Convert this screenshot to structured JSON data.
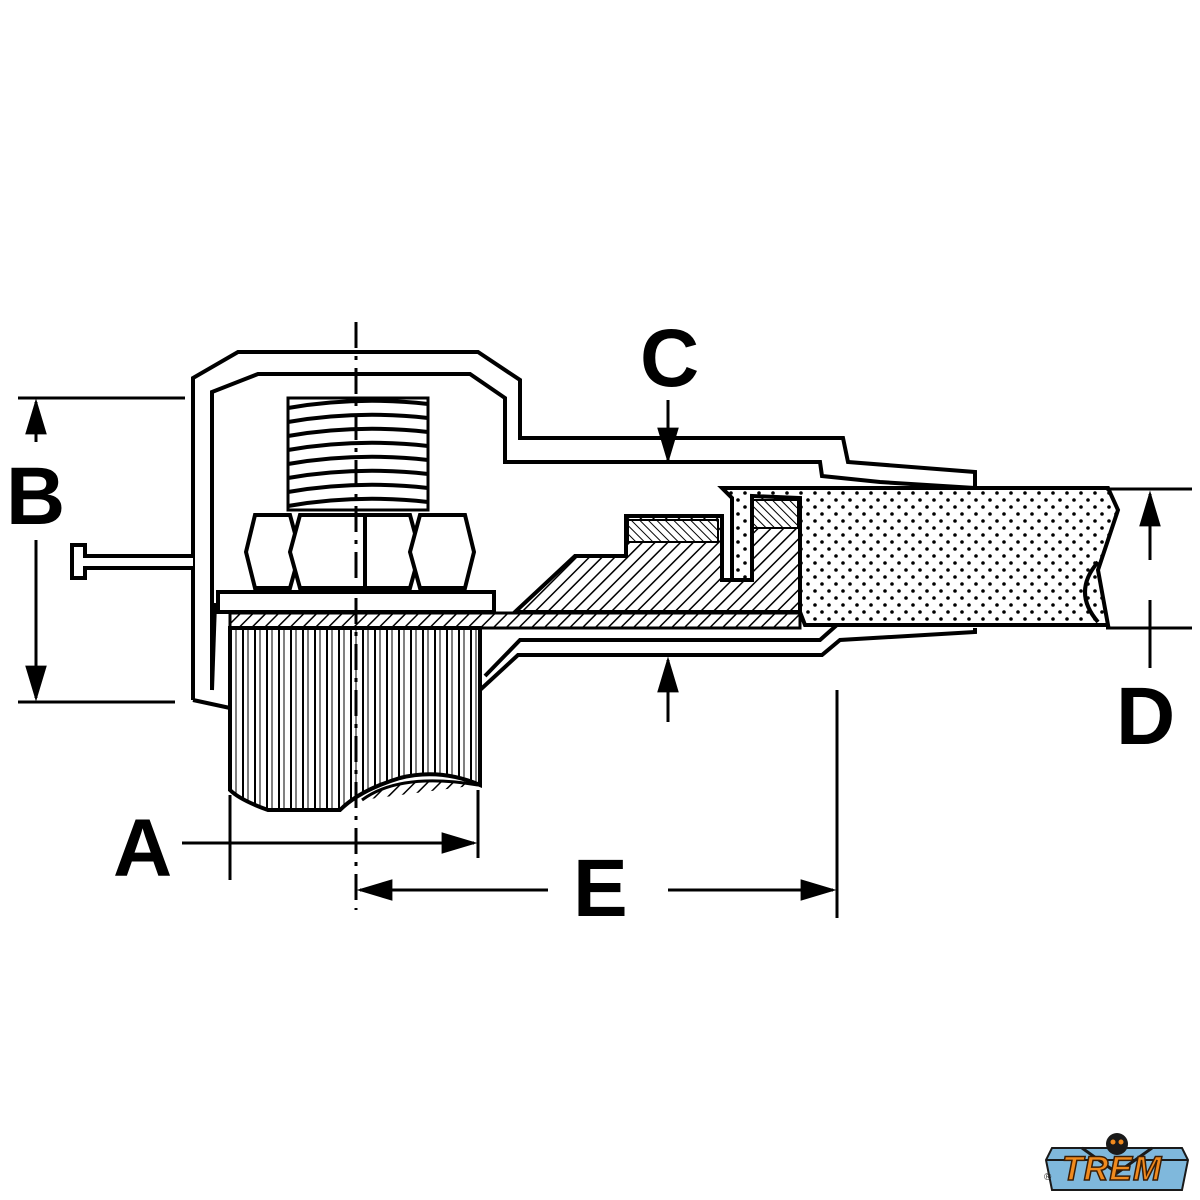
{
  "dimensions": {
    "a": "A",
    "b": "B",
    "c": "C",
    "d": "D",
    "e": "E"
  },
  "logo": {
    "text": "TREM",
    "registered_mark": "®",
    "colors": {
      "orange": "#f08a1e",
      "blue": "#7fb8dc",
      "dark": "#1a1a1a"
    }
  },
  "colors": {
    "line": "#000000",
    "background": "#ffffff"
  }
}
